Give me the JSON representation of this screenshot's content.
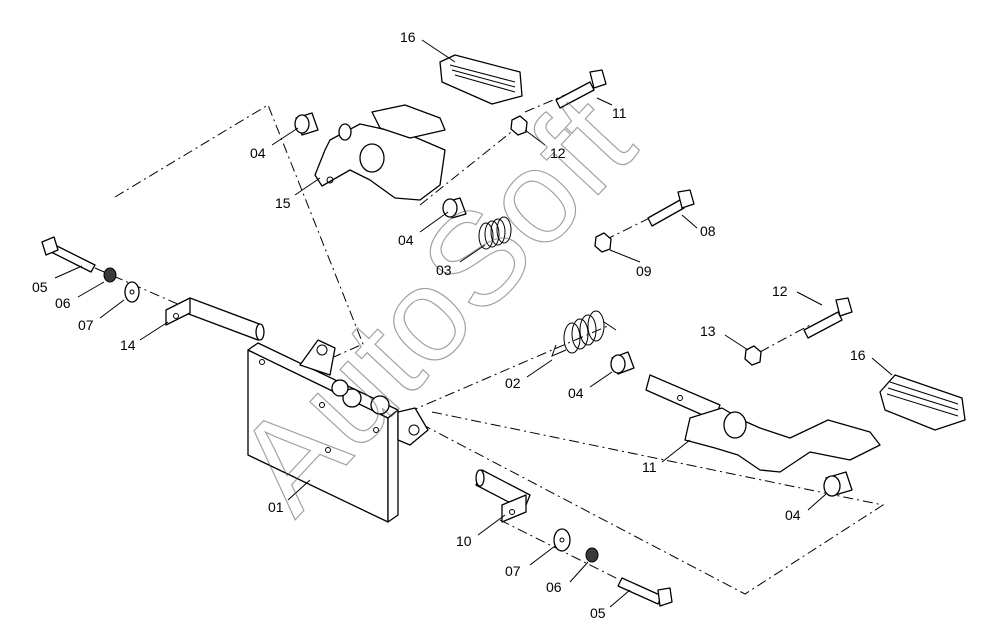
{
  "watermark": "AutoSoft",
  "callouts": [
    {
      "id": "c01",
      "label": "01"
    },
    {
      "id": "c02",
      "label": "02"
    },
    {
      "id": "c03",
      "label": "03"
    },
    {
      "id": "c04a",
      "label": "04"
    },
    {
      "id": "c04b",
      "label": "04"
    },
    {
      "id": "c04c",
      "label": "04"
    },
    {
      "id": "c04d",
      "label": "04"
    },
    {
      "id": "c05a",
      "label": "05"
    },
    {
      "id": "c05b",
      "label": "05"
    },
    {
      "id": "c06a",
      "label": "06"
    },
    {
      "id": "c06b",
      "label": "06"
    },
    {
      "id": "c07a",
      "label": "07"
    },
    {
      "id": "c07b",
      "label": "07"
    },
    {
      "id": "c08",
      "label": "08"
    },
    {
      "id": "c09",
      "label": "09"
    },
    {
      "id": "c10",
      "label": "10"
    },
    {
      "id": "c11a",
      "label": "11"
    },
    {
      "id": "c11b",
      "label": "11"
    },
    {
      "id": "c12a",
      "label": "12"
    },
    {
      "id": "c12b",
      "label": "12"
    },
    {
      "id": "c13",
      "label": "13"
    },
    {
      "id": "c14",
      "label": "14"
    },
    {
      "id": "c15",
      "label": "15"
    },
    {
      "id": "c16a",
      "label": "16"
    },
    {
      "id": "c16b",
      "label": "16"
    }
  ]
}
